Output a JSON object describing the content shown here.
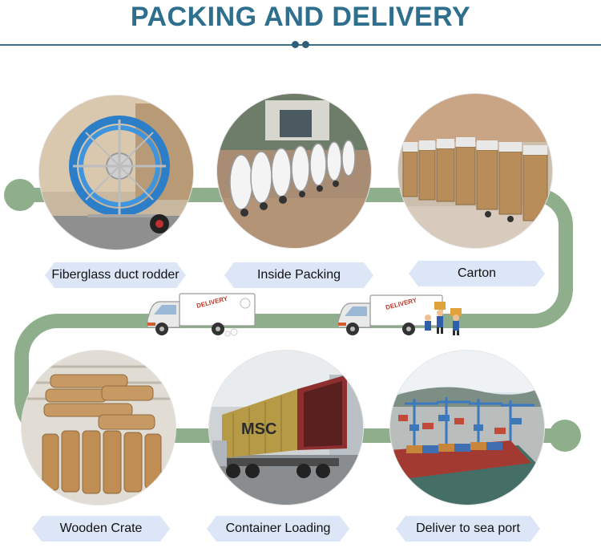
{
  "header": {
    "title": "PACKING AND DELIVERY"
  },
  "steps": [
    {
      "label": "Fiberglass duct rodder"
    },
    {
      "label": "Inside Packing"
    },
    {
      "label": "Carton"
    },
    {
      "label": "Wooden Crate"
    },
    {
      "label": "Container Loading"
    },
    {
      "label": "Deliver to sea port"
    }
  ],
  "trucks": [
    {
      "sign": "DELIVERY"
    },
    {
      "sign": "DELIVERY"
    }
  ],
  "container_marking": "MSC",
  "colors": {
    "title": "#2f6f8e",
    "track": "#8fae8c",
    "label_bg": "#dde6f7"
  }
}
